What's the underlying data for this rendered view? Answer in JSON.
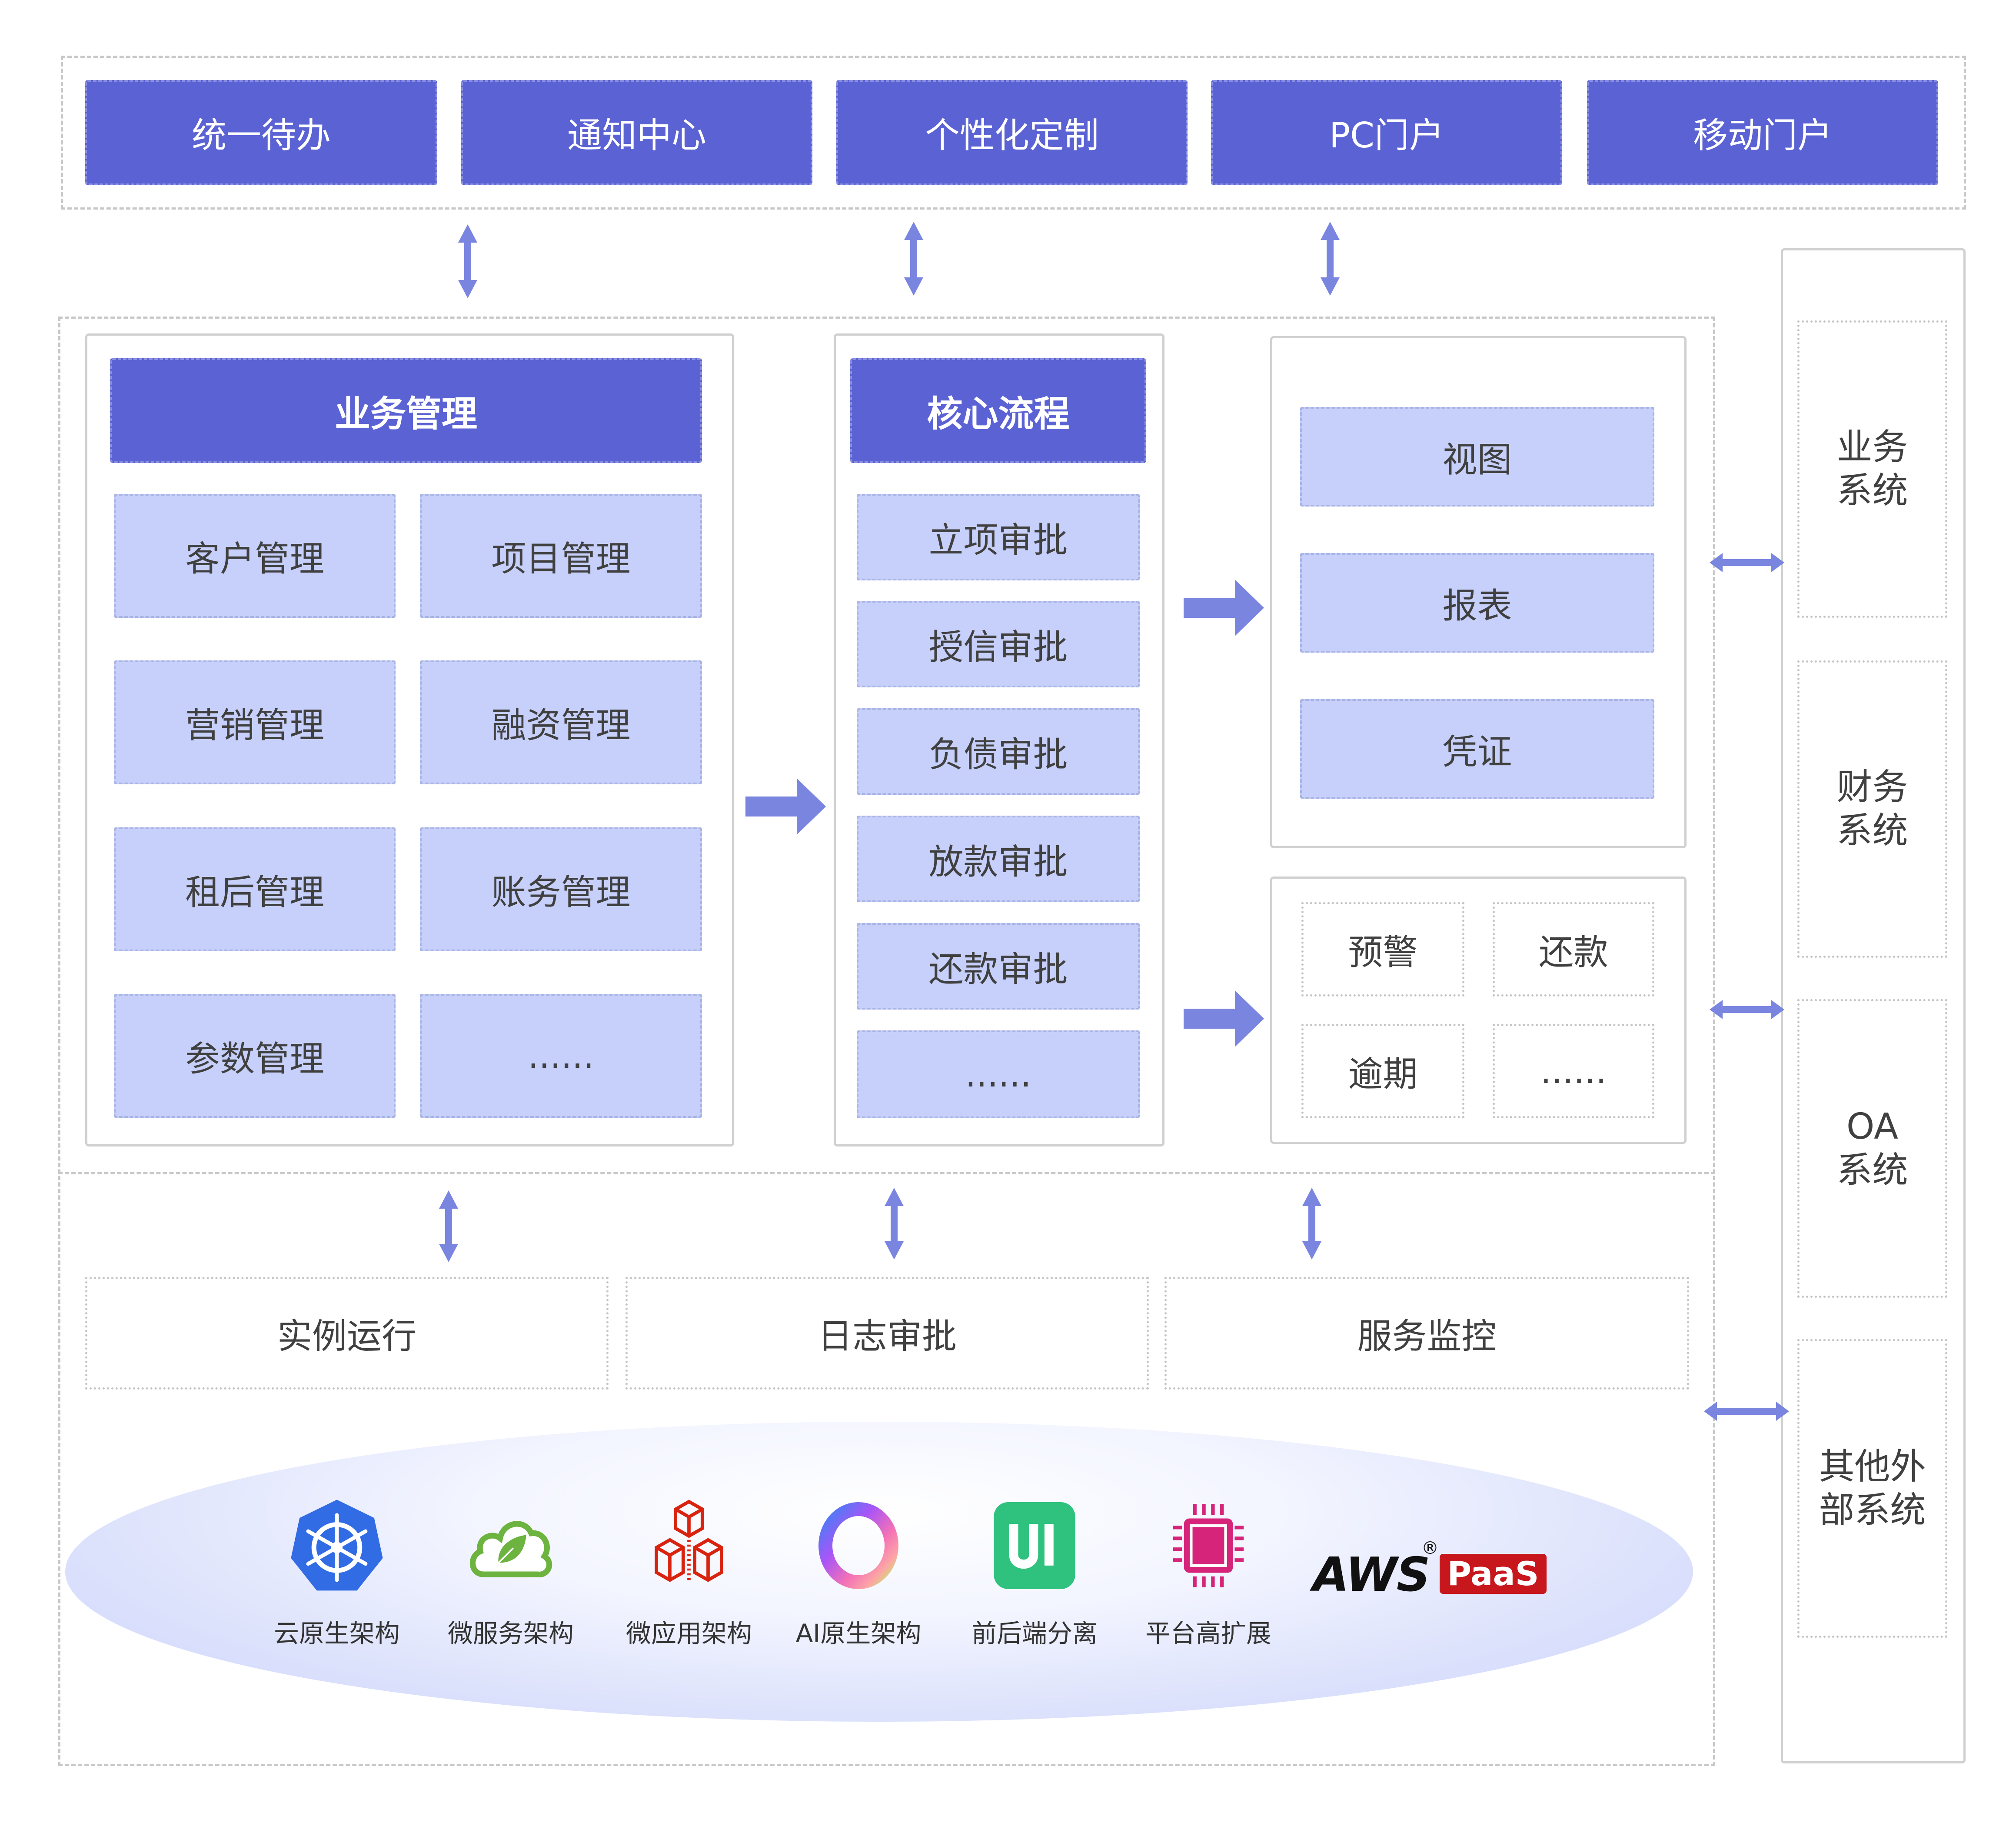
{
  "portal_layer": {
    "items": [
      "统一待办",
      "通知中心",
      "个性化定制",
      "PC门户",
      "移动门户"
    ]
  },
  "business_management": {
    "title": "业务管理",
    "items": [
      "客户管理",
      "项目管理",
      "营销管理",
      "融资管理",
      "租后管理",
      "账务管理",
      "参数管理",
      "......"
    ]
  },
  "core_process": {
    "title": "核心流程",
    "items": [
      "立项审批",
      "授信审批",
      "负债审批",
      "放款审批",
      "还款审批",
      "......"
    ]
  },
  "output_panel": {
    "items": [
      "视图",
      "报表",
      "凭证"
    ]
  },
  "monitor_panel": {
    "items": [
      "预警",
      "还款",
      "逾期",
      "......"
    ]
  },
  "operations": {
    "items": [
      "实例运行",
      "日志审批",
      "服务监控"
    ]
  },
  "platform": {
    "technologies": [
      {
        "label": "云原生架构",
        "icon": "kubernetes-icon",
        "color": "#326ce5"
      },
      {
        "label": "微服务架构",
        "icon": "spring-cloud-icon",
        "color": "#6db33f"
      },
      {
        "label": "微应用架构",
        "icon": "cubes-icon",
        "color": "#d9230f"
      },
      {
        "label": "AI原生架构",
        "icon": "ai-ring-icon",
        "color": "#8a6cf0"
      },
      {
        "label": "前后端分离",
        "icon": "ui-icon",
        "color": "#2ec27e"
      },
      {
        "label": "平台高扩展",
        "icon": "chip-icon",
        "color": "#d6247a"
      }
    ],
    "brand": {
      "name": "AWS",
      "registered": "®",
      "badge": "PaaS",
      "badge_color": "#c8161d"
    }
  },
  "external_systems": {
    "items": [
      {
        "line1": "业务",
        "line2": "系统"
      },
      {
        "line1": "财务",
        "line2": "系统"
      },
      {
        "line1": "OA",
        "line2": "系统"
      },
      {
        "line1": "其他外",
        "line2": "部系统"
      }
    ]
  },
  "colors": {
    "primary": "#5b62d4",
    "light": "#c6d0fa",
    "arrow": "#7a85e0"
  }
}
